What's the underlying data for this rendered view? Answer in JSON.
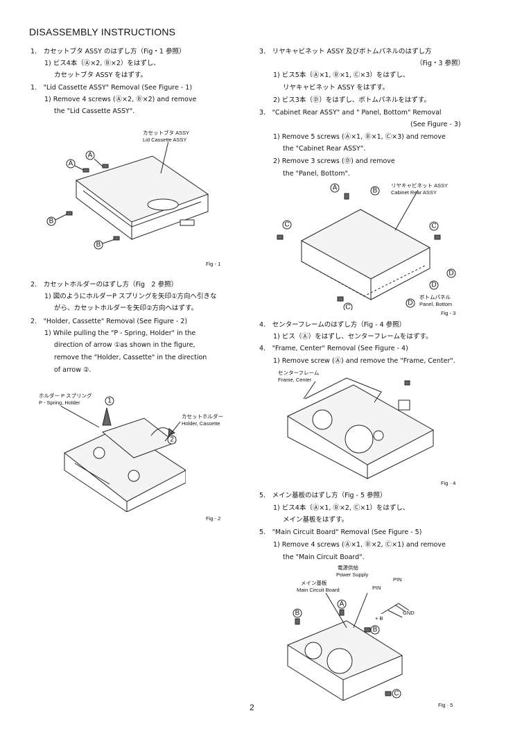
{
  "title": "DISASSEMBLY  INSTRUCTIONS",
  "left": {
    "s1": {
      "jp_head": "1.　カセットブタ ASSY のはずし方（Fig・1 参照）",
      "jp_1": "1) ビス4本（Ⓐ×2, Ⓑ×2）をはずし、",
      "jp_2": "カセットブタ ASSY をはずす。",
      "en_head": "1.　\"Lid Cassette ASSY\"  Removal  (See Figure - 1)",
      "en_1": "1)  Remove  4 screws  (Ⓐ×2, Ⓑ×2)  and  remove",
      "en_2": "the  \"Lid Cassette ASSY\"."
    },
    "fig1": {
      "label_jp": "カセットブタ ASSY",
      "label_en": "Lid Cassette  ASSY",
      "caption": "Fig - 1"
    },
    "s2": {
      "jp_head": "2.　カセットホルダーのはずし方（Fig　2 参照）",
      "jp_1": "1) 図のようにホルダーP スプリングを矢印①方向へ引きな",
      "jp_2": "がら、カセットホルダーを矢印②方向へはずす。",
      "en_head": "2.　\"Holder, Cassette\"  Removal  (See Figure - 2)",
      "en_1": "1)  While  pulling  the  \"P - Spring, Holder\"  in  the",
      "en_2": "direction  of  arrow ①as shown  in  the  figure,",
      "en_3": "remove  the  \"Holder, Cassette\"  in  the  direction",
      "en_4": "of  arrow ②."
    },
    "fig2": {
      "spring_jp": "ホルダー P スプリング",
      "spring_en": "P - Spring, Holder",
      "holder_jp": "カセットホルダー",
      "holder_en": "Holder, Cassette",
      "caption": "Fig - 2"
    }
  },
  "right": {
    "s3": {
      "jp_head": "3.　リヤキャビネット ASSY 及びボトムパネルのはずし方",
      "jp_ref": "（Fig・3 参照）",
      "jp_1": "1) ビス5本（Ⓐ×1, Ⓑ×1, Ⓒ×3）をはずし、",
      "jp_2": "リヤキャビネット ASSY をはずす。",
      "jp_3": "2) ビス3本（Ⓓ）をはずし、ボトムパネルをはずす。",
      "en_head": "3.　\"Cabinet Rear  ASSY\"   and   \" Panel, Bottom\"   Removal",
      "en_ref": "(See Figure - 3)",
      "en_1": "1)  Remove  5  screws  (Ⓐ×1, Ⓑ×1, Ⓒ×3)  and  remove",
      "en_2": "the  \"Cabinet Rear  ASSY\".",
      "en_3": "2)  Remove  3  screws  (Ⓓ)  and  remove",
      "en_4": "the  \"Panel, Bottom\"."
    },
    "fig3": {
      "cab_jp": "リヤキャビネット ASSY",
      "cab_en": "Cabinet Rear  ASSY",
      "panel_jp": "ボトムパネル",
      "panel_en": "Panel, Bottom",
      "caption": "Fig - 3"
    },
    "s4": {
      "jp_head": "4.　センターフレームのはずし方（Fig - 4 参照）",
      "jp_1": "1) ビス（Ⓐ）をはずし、センターフレームをはずす。",
      "en_head": "4.　\"Frame, Center\"  Removal  (See Figure - 4)",
      "en_1": "1)  Remove  screw  (Ⓐ)  and  remove  the  \"Frame, Center\"."
    },
    "fig4": {
      "label_jp": "センターフレーム",
      "label_en": "Frame, Center",
      "caption": "Fig ·  4"
    },
    "s5": {
      "jp_head": "5.　メイン基板のはずし方（Fig - 5 参照）",
      "jp_1": "1) ビス4本（Ⓐ×1, Ⓑ×2, Ⓒ×1）をはずし、",
      "jp_2": "メイン基板をはずす。",
      "en_head": "5.　\"Main Circuit Board\"   Removal  (See Figure - 5)",
      "en_1": "1)  Remove  4  screws  (Ⓐ×1, Ⓑ×2, Ⓒ×1)   and  remove",
      "en_2": "the  \"Main Circuit Board\"."
    },
    "fig5": {
      "psu_jp": "電源供給",
      "psu_en": "Power Supply",
      "board_jp": "メイン基板",
      "board_en": "Main Circuit  Board",
      "pin_a": "PIN",
      "pin_b": "PIN",
      "gnd": "GND",
      "plus_b": "+ B",
      "caption": "Fig ·  5"
    }
  },
  "page_number": "2"
}
